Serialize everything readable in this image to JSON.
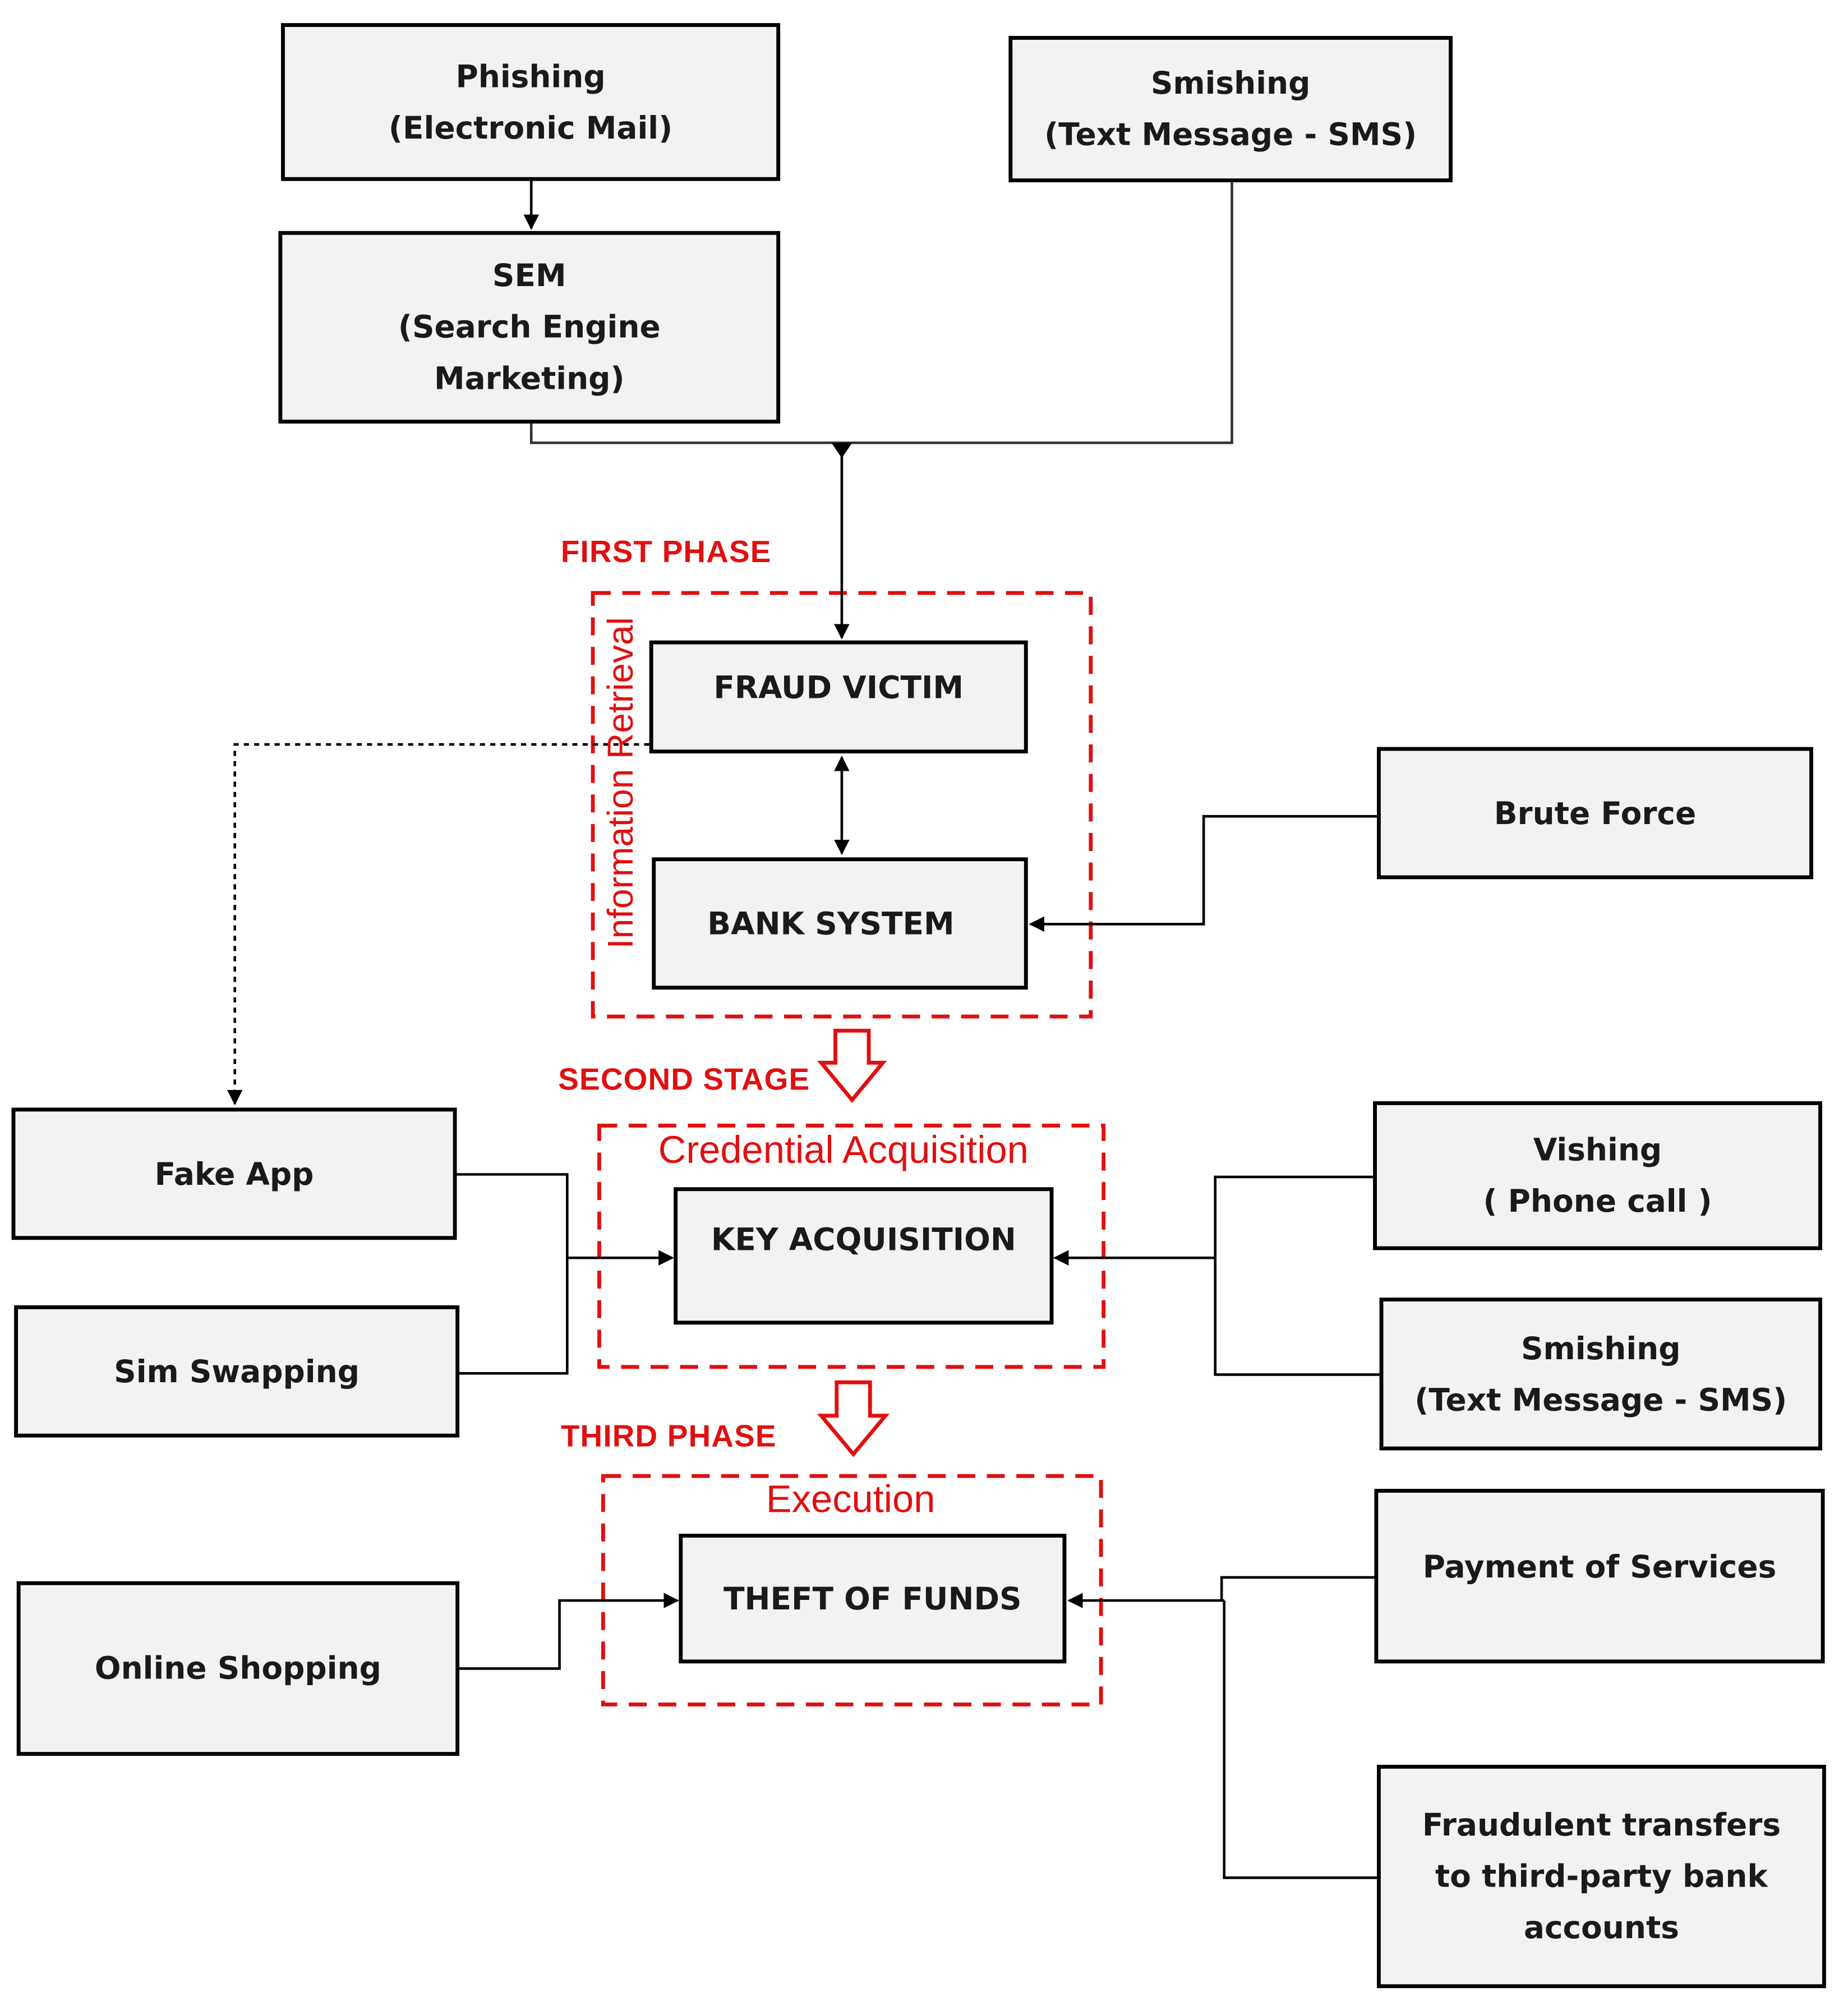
{
  "boxes": {
    "phishing": "Phishing\n(Electronic Mail)",
    "sem": "SEM\n(Search Engine\nMarketing)",
    "smishing_top": "Smishing\n(Text Message - SMS)",
    "fraud_victim": "FRAUD VICTIM",
    "bank_system": "BANK SYSTEM",
    "brute_force": "Brute Force",
    "fake_app": "Fake App",
    "sim_swapping": "Sim Swapping",
    "key_acquisition": "KEY ACQUISITION",
    "vishing": "Vishing\n( Phone call )",
    "smishing_bottom": "Smishing\n(Text Message - SMS)",
    "online_shopping": "Online Shopping",
    "theft_of_funds": "THEFT OF FUNDS",
    "payment_services": "Payment of Services",
    "fraudulent_transfers": "Fraudulent transfers\nto third-party bank\naccounts"
  },
  "phases": {
    "first": "FIRST PHASE",
    "second": "SECOND STAGE",
    "third": "THIRD PHASE"
  },
  "zones": {
    "information_retrieval": "Information Retrieval",
    "credential_acquisition": "Credential Acquisition",
    "execution": "Execution"
  },
  "colors": {
    "phase_red": "#e01010",
    "box_fill": "#f2f2f2",
    "connector": "#000000"
  }
}
